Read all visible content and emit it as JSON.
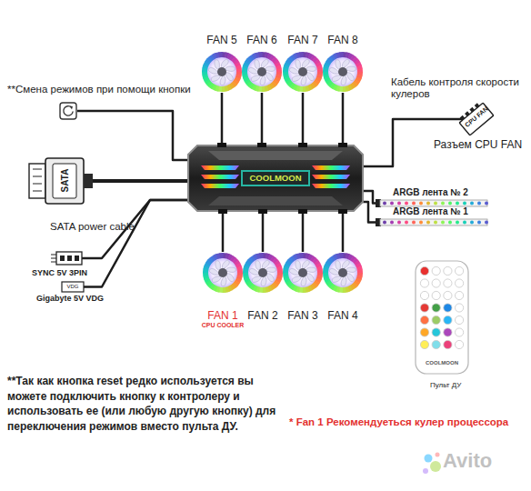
{
  "diagram": {
    "nodes": [
      {
        "text": [
          "FAN 5"
        ]
      },
      {
        "text": [
          "FAN 6"
        ]
      },
      {
        "text": [
          "FAN 7"
        ]
      },
      {
        "text": [
          "FAN 8"
        ]
      },
      {
        "text": [
          "**Смена режимов при помощи кнопки"
        ]
      },
      {
        "text": [
          "CPU FAN",
          "Разъем CPU FAN"
        ]
      },
      {
        "text": [
          "COOLMOON"
        ]
      },
      {
        "text": [
          "SATA",
          "SATA power cable"
        ]
      },
      {
        "text": [
          "ARGB лента № 2"
        ]
      },
      {
        "text": [
          "ARGB лента № 1"
        ]
      },
      {
        "text": [
          "SYNC 5V 3PIN"
        ]
      },
      {
        "text": [
          "VDG",
          "Gigabyte 5V VDG"
        ]
      },
      {
        "text": [
          "FAN 1",
          "CPU COOLER"
        ]
      },
      {
        "text": [
          "FAN 2"
        ]
      },
      {
        "text": [
          "FAN 3"
        ]
      },
      {
        "text": [
          "FAN 4"
        ]
      },
      {
        "text": [
          "COOLMOON",
          "Пульт ДУ"
        ]
      }
    ],
    "edges": [
      {
        "from": 6,
        "to": 0,
        "arrow": "none"
      },
      {
        "from": 6,
        "to": 1,
        "arrow": "none"
      },
      {
        "from": 6,
        "to": 2,
        "arrow": "none"
      },
      {
        "from": 6,
        "to": 3,
        "arrow": "none"
      },
      {
        "from": 6,
        "to": 12,
        "arrow": "none"
      },
      {
        "from": 6,
        "to": 13,
        "arrow": "none"
      },
      {
        "from": 6,
        "to": 14,
        "arrow": "none"
      },
      {
        "from": 6,
        "to": 15,
        "arrow": "none"
      },
      {
        "from": 6,
        "to": 4,
        "arrow": "none"
      },
      {
        "from": 6,
        "to": 5,
        "arrow": "none",
        "label": "Кабель контроля скорости кулеров"
      },
      {
        "from": 6,
        "to": 7,
        "arrow": "none"
      },
      {
        "from": 6,
        "to": 8,
        "arrow": "none"
      },
      {
        "from": 6,
        "to": 9,
        "arrow": "none"
      },
      {
        "from": 6,
        "to": 10,
        "arrow": "none"
      },
      {
        "from": 6,
        "to": 11,
        "arrow": "none"
      }
    ],
    "labels": [
      "**Так как кнопка reset редко используется вы можете подключить кнопку к контролеру и использовать ее (или любую другую кнопку) для переключения режимов вместо пульта ДУ.",
      "* Fan 1 Рекомендуеться кулер процессора",
      "Avito"
    ]
  }
}
